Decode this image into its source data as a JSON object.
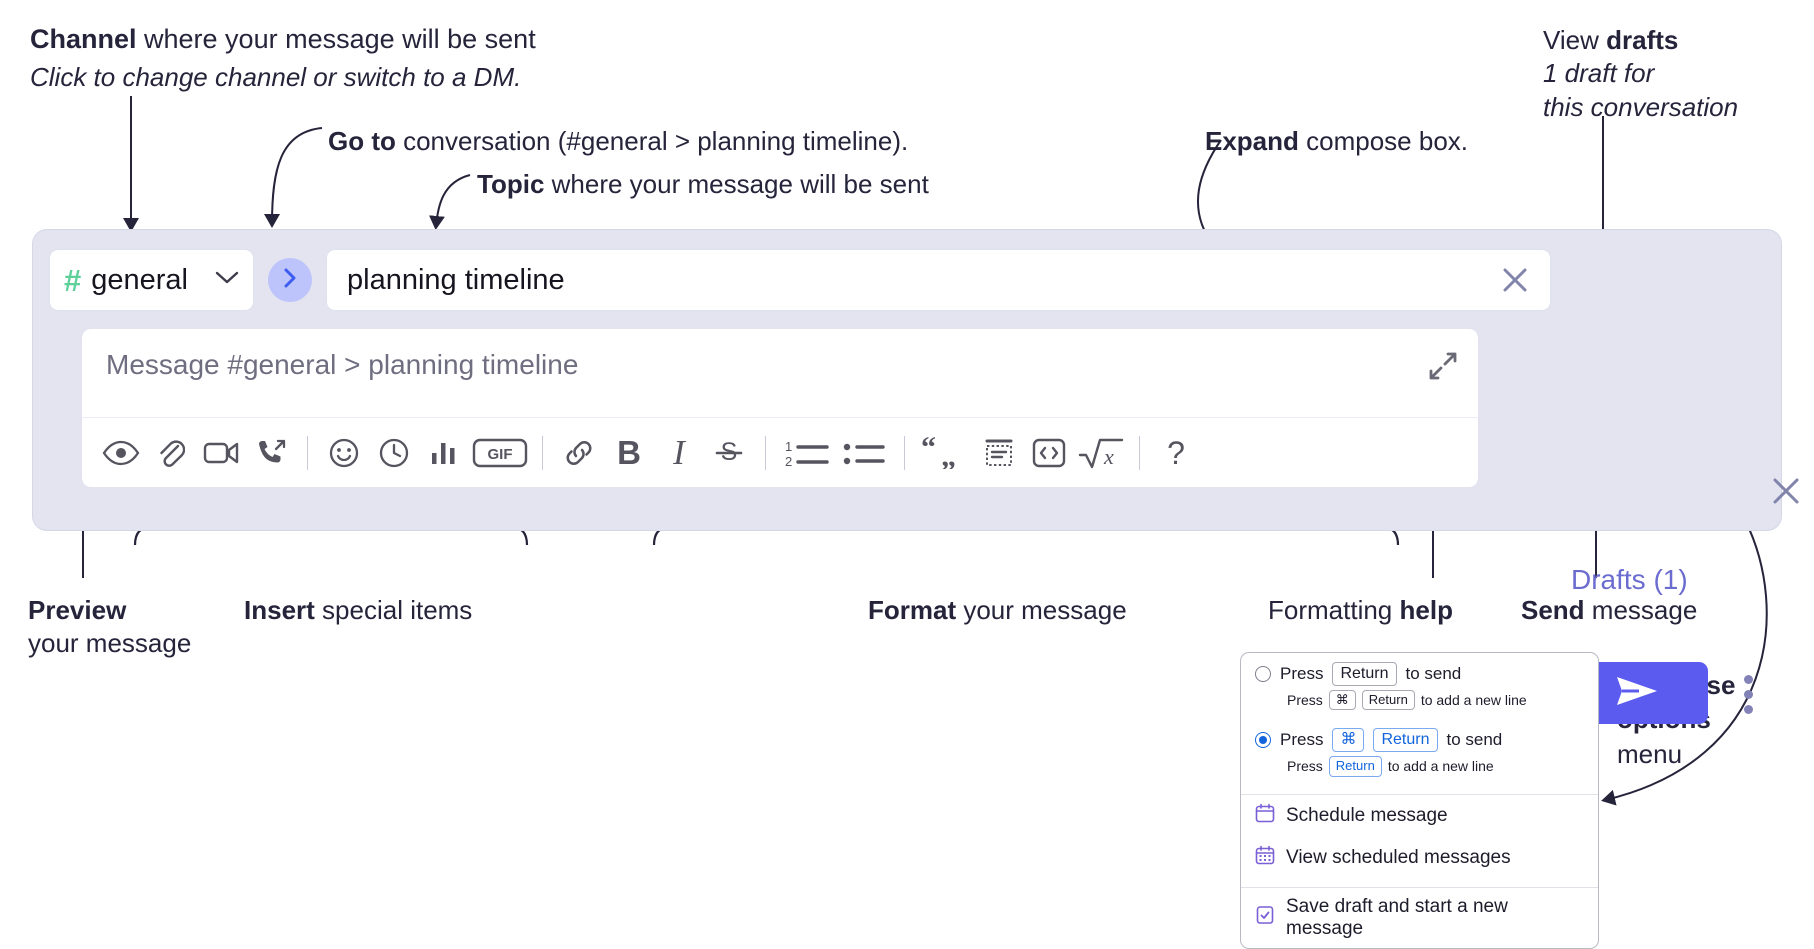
{
  "annotations": {
    "channel": {
      "bold": "Channel",
      "rest": " where your message will be sent",
      "line2": "Click to change channel or switch to a DM."
    },
    "goto": {
      "bold": "Go to",
      "rest": " conversation (#general > planning timeline)."
    },
    "topic": {
      "bold": "Topic",
      "rest": " where your message will be sent"
    },
    "expand": {
      "bold": "Expand",
      "rest": " compose box."
    },
    "drafts": {
      "line1_plain": "View ",
      "line1_bold": "drafts",
      "line2": "1 draft for",
      "line3": "this conversation"
    },
    "preview": {
      "bold": "Preview",
      "line2": "your message"
    },
    "insert": {
      "bold": "Insert",
      "rest": " special items"
    },
    "format": {
      "bold": "Format",
      "rest": " your message"
    },
    "help": {
      "plain": "Formatting ",
      "bold": "help"
    },
    "send": {
      "bold": "Send",
      "rest": " message"
    },
    "compose_options": {
      "line1": "Compose",
      "line2": "options",
      "line3": "menu"
    }
  },
  "compose": {
    "channel_name": "general",
    "channel_hash": "#",
    "topic_value": "planning timeline",
    "message_placeholder": "Message #general > planning timeline",
    "drafts_label": "Drafts (1)",
    "send_icon": "paper-plane-icon",
    "toolbar": [
      {
        "name": "preview-icon",
        "label": "Preview"
      },
      {
        "name": "attachment-icon",
        "label": "Attach file"
      },
      {
        "name": "video-icon",
        "label": "Record video clip"
      },
      {
        "name": "audio-call-icon",
        "label": "Record audio clip"
      },
      {
        "name": "emoji-icon",
        "label": "Emoji"
      },
      {
        "name": "clock-icon",
        "label": "Reminder"
      },
      {
        "name": "poll-icon",
        "label": "Poll"
      },
      {
        "name": "gif-icon",
        "label": "GIF"
      },
      {
        "name": "link-icon",
        "label": "Link"
      },
      {
        "name": "bold-icon",
        "label": "B"
      },
      {
        "name": "italic-icon",
        "label": "I"
      },
      {
        "name": "strikethrough-icon",
        "label": "S"
      },
      {
        "name": "ordered-list-icon",
        "label": "Ordered list"
      },
      {
        "name": "bulleted-list-icon",
        "label": "Bulleted list"
      },
      {
        "name": "blockquote-icon",
        "label": "Blockquote"
      },
      {
        "name": "code-block-icon",
        "label": "Code block"
      },
      {
        "name": "code-icon",
        "label": "Code"
      },
      {
        "name": "math-icon",
        "label": "Math"
      },
      {
        "name": "help-icon",
        "label": "?"
      }
    ]
  },
  "menu": {
    "option1": {
      "pre": "Press",
      "key": "Return",
      "post": "to send",
      "selected": false,
      "sub_pre": "Press",
      "sub_key1": "⌘",
      "sub_key2": "Return",
      "sub_post": "to add a new line"
    },
    "option2": {
      "pre": "Press",
      "key1": "⌘",
      "key2": "Return",
      "post": "to send",
      "selected": true,
      "sub_pre": "Press",
      "sub_key": "Return",
      "sub_post": "to add a new line"
    },
    "items": [
      {
        "label": "Schedule message",
        "icon": "calendar-icon"
      },
      {
        "label": "View scheduled messages",
        "icon": "calendar-grid-icon"
      },
      {
        "label": "Save draft and start a new message",
        "icon": "document-check-icon"
      }
    ]
  },
  "colors": {
    "panel_bg": "#e3e4f0",
    "send_button": "#5b5bf0",
    "hash_green": "#5ed09a",
    "goto_circle": "#bcc4fb",
    "drafts_text": "#6b6ccf",
    "radio_blue": "#1264dd"
  }
}
